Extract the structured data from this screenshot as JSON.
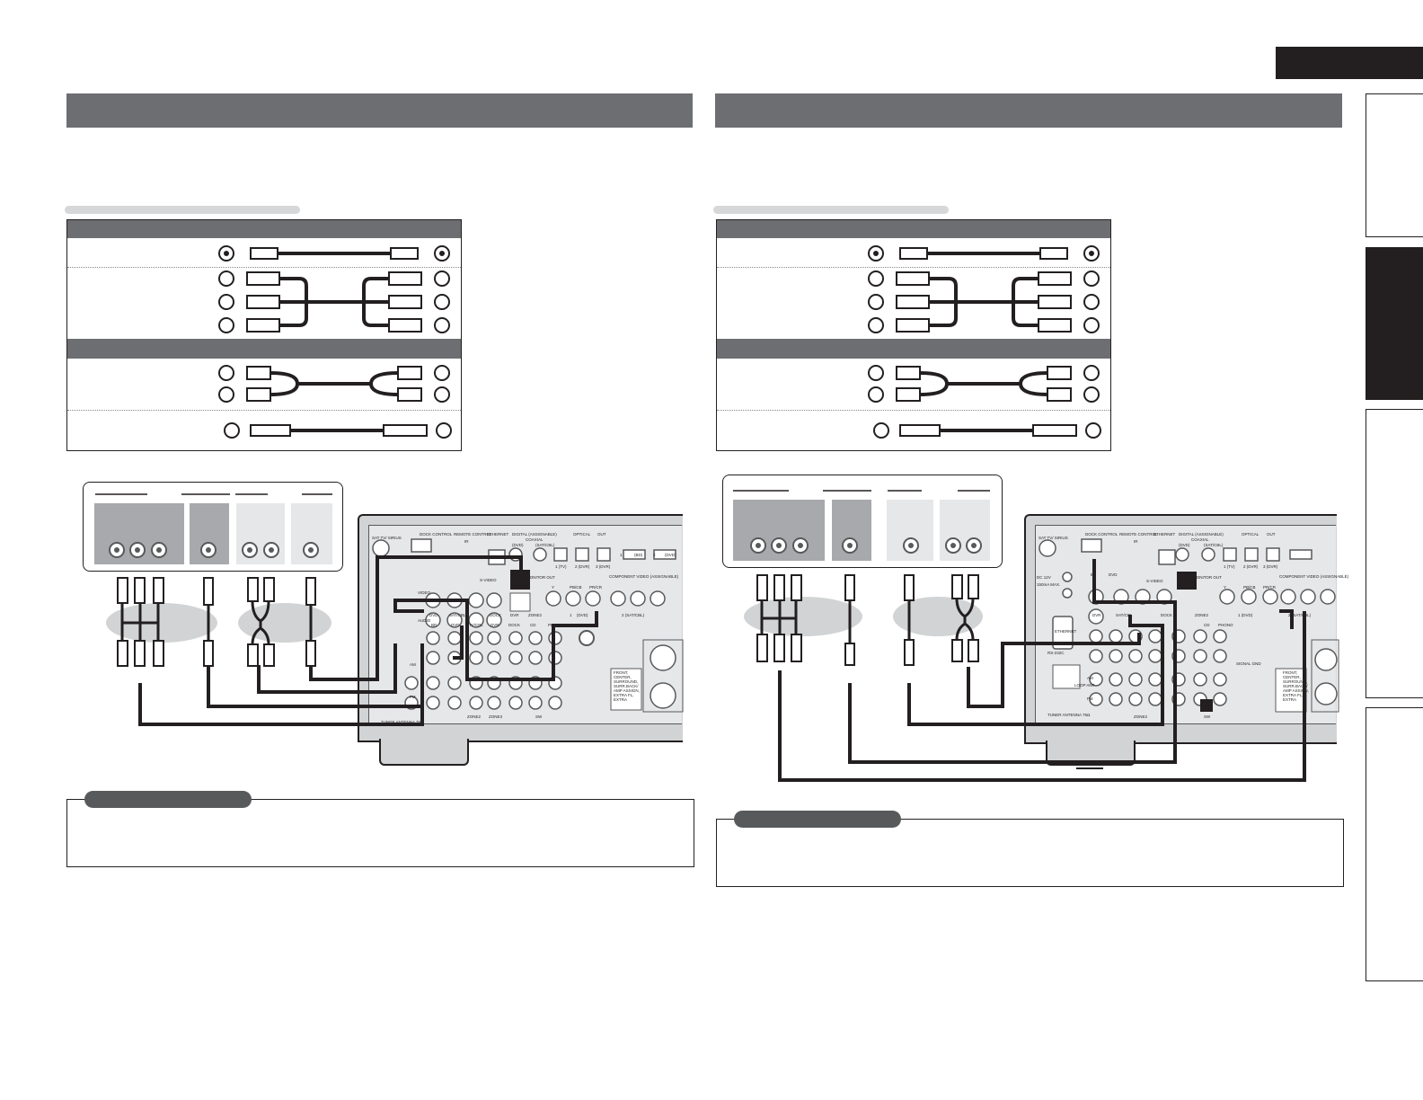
{
  "left_panel": {
    "receiver_labels": [
      {
        "id": "l1",
        "text": "SAT TV/ SIRIUS"
      },
      {
        "id": "l2",
        "text": "DOCK CONTROL"
      },
      {
        "id": "l3",
        "text": "REMOTE CONTROL"
      },
      {
        "id": "l4",
        "text": "IR"
      },
      {
        "id": "l5",
        "text": "ETHERNET"
      },
      {
        "id": "l6",
        "text": "DIGITAL (ASSIGNABLE)"
      },
      {
        "id": "l7",
        "text": "COAXIAL"
      },
      {
        "id": "l8",
        "text": "OPTICAL"
      },
      {
        "id": "l9",
        "text": "OUT"
      },
      {
        "id": "l10",
        "text": "(DVD)"
      },
      {
        "id": "l11",
        "text": "(SAT/CBL)"
      },
      {
        "id": "l12",
        "text": "1 (TV)"
      },
      {
        "id": "l13",
        "text": "2 (DVR)"
      },
      {
        "id": "l14",
        "text": "3 (DVR)"
      },
      {
        "id": "l15",
        "text": "1"
      },
      {
        "id": "l16",
        "text": "(BD)"
      },
      {
        "id": "l17",
        "text": "2"
      },
      {
        "id": "l18",
        "text": "(DVD)"
      },
      {
        "id": "l19",
        "text": "S-VIDEO"
      },
      {
        "id": "l20",
        "text": "MONITOR OUT"
      },
      {
        "id": "l21",
        "text": "COMPONENT VIDEO (ASSIGNABLE)"
      },
      {
        "id": "l22",
        "text": "Y"
      },
      {
        "id": "l23",
        "text": "PB/CB"
      },
      {
        "id": "l24",
        "text": "PR/CR"
      },
      {
        "id": "l25",
        "text": "VIDEO"
      },
      {
        "id": "l26",
        "text": "DVD"
      },
      {
        "id": "l27",
        "text": "SAT/CBL"
      },
      {
        "id": "l28",
        "text": "DOCK"
      },
      {
        "id": "l29",
        "text": "DVR"
      },
      {
        "id": "l30",
        "text": "ZONE2"
      },
      {
        "id": "l31",
        "text": "1"
      },
      {
        "id": "l32",
        "text": "(DVD)"
      },
      {
        "id": "l33",
        "text": "2 (SAT/CBL)"
      },
      {
        "id": "l34",
        "text": "AUDIO"
      },
      {
        "id": "l35",
        "text": "BD"
      },
      {
        "id": "l36",
        "text": "DVD"
      },
      {
        "id": "l37",
        "text": "TV/CBL"
      },
      {
        "id": "l38",
        "text": "DVR"
      },
      {
        "id": "l39",
        "text": "DOCK"
      },
      {
        "id": "l40",
        "text": "CD"
      },
      {
        "id": "l41",
        "text": "PHONO"
      },
      {
        "id": "l42",
        "text": "AM"
      },
      {
        "id": "l43",
        "text": "FM"
      },
      {
        "id": "l44",
        "text": "ZONE2"
      },
      {
        "id": "l45",
        "text": "ZONE3"
      },
      {
        "id": "l46",
        "text": "SW"
      },
      {
        "id": "l47",
        "text": "FRONT, CENTER, SURROUND, SURR.BACK/ AMP ASSIGN, EXTRA FL, EXTRA"
      },
      {
        "id": "l48",
        "text": "TUNER ANTENNA 75Ω"
      }
    ]
  },
  "right_panel": {
    "receiver_labels": [
      {
        "id": "r1",
        "text": "SAT TV/ SIRIUS"
      },
      {
        "id": "r2",
        "text": "DOCK CONTROL"
      },
      {
        "id": "r3",
        "text": "REMOTE CONTROL"
      },
      {
        "id": "r4",
        "text": "IR"
      },
      {
        "id": "r5",
        "text": "ETHERNET"
      },
      {
        "id": "r6",
        "text": "DIGITAL (ASSIGNABLE)"
      },
      {
        "id": "r7",
        "text": "COAXIAL"
      },
      {
        "id": "r8",
        "text": "(DVD)"
      },
      {
        "id": "r9",
        "text": "(SAT/CBL)"
      },
      {
        "id": "r10",
        "text": "OPTICAL"
      },
      {
        "id": "r11",
        "text": "OUT"
      },
      {
        "id": "r12",
        "text": "1 (TV)"
      },
      {
        "id": "r13",
        "text": "2 (DVR)"
      },
      {
        "id": "r14",
        "text": "3 (DVR)"
      },
      {
        "id": "r15",
        "text": "DC 12V"
      },
      {
        "id": "r16",
        "text": "150mA MAX."
      },
      {
        "id": "r17",
        "text": "BD"
      },
      {
        "id": "r18",
        "text": "DVD"
      },
      {
        "id": "r19",
        "text": "S-VIDEO"
      },
      {
        "id": "r20",
        "text": "MONITOR OUT"
      },
      {
        "id": "r21",
        "text": "COMPONENT VIDEO (ASSIGNABLE)"
      },
      {
        "id": "r22",
        "text": "Y"
      },
      {
        "id": "r23",
        "text": "PB/CB"
      },
      {
        "id": "r24",
        "text": "PR/CR"
      },
      {
        "id": "r25",
        "text": "DVR"
      },
      {
        "id": "r26",
        "text": "SAT/CBL"
      },
      {
        "id": "r27",
        "text": "DOCK"
      },
      {
        "id": "r28",
        "text": "ZONE2"
      },
      {
        "id": "r29",
        "text": "1 (DVD)"
      },
      {
        "id": "r30",
        "text": "2 (SAT/CBL)"
      },
      {
        "id": "r31",
        "text": "ETHERNET"
      },
      {
        "id": "r32",
        "text": "RS-232C"
      },
      {
        "id": "r33",
        "text": "CD"
      },
      {
        "id": "r34",
        "text": "PHONO"
      },
      {
        "id": "r35",
        "text": "SIGNAL GND"
      },
      {
        "id": "r36",
        "text": "AM"
      },
      {
        "id": "r37",
        "text": "FM"
      },
      {
        "id": "r38",
        "text": "LOOP ANT"
      },
      {
        "id": "r39",
        "text": "ZONE2"
      },
      {
        "id": "r40",
        "text": "SW"
      },
      {
        "id": "r41",
        "text": "FRONT, CENTER, SURROUND, SURR.BACK/ AMP ASSIGN, EXTRA FL, EXTRA"
      },
      {
        "id": "r42",
        "text": "TUNER ANTENNA 75Ω"
      }
    ]
  },
  "colors": {
    "header_bar": "#6d6e71",
    "black": "#231f20",
    "device_dark": "#a7a9ac",
    "device_light": "#e6e7e8",
    "receiver_body": "#d1d3d4",
    "jack_ring": "#58595b"
  }
}
